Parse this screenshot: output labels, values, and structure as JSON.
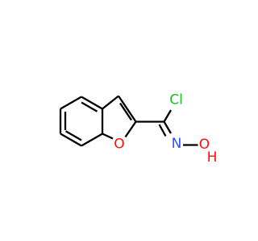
{
  "molecule": {
    "atoms": {
      "ring_oxygen": "O",
      "chlorine": "Cl",
      "imine_nitrogen": "N",
      "hydroxyl_oxygen": "O",
      "hydroxyl_hydrogen": "H"
    },
    "colors": {
      "bond": "#000000",
      "oxygen": "#ff0d0d",
      "chlorine": "#1fbd1f",
      "nitrogen": "#3050f8"
    }
  }
}
